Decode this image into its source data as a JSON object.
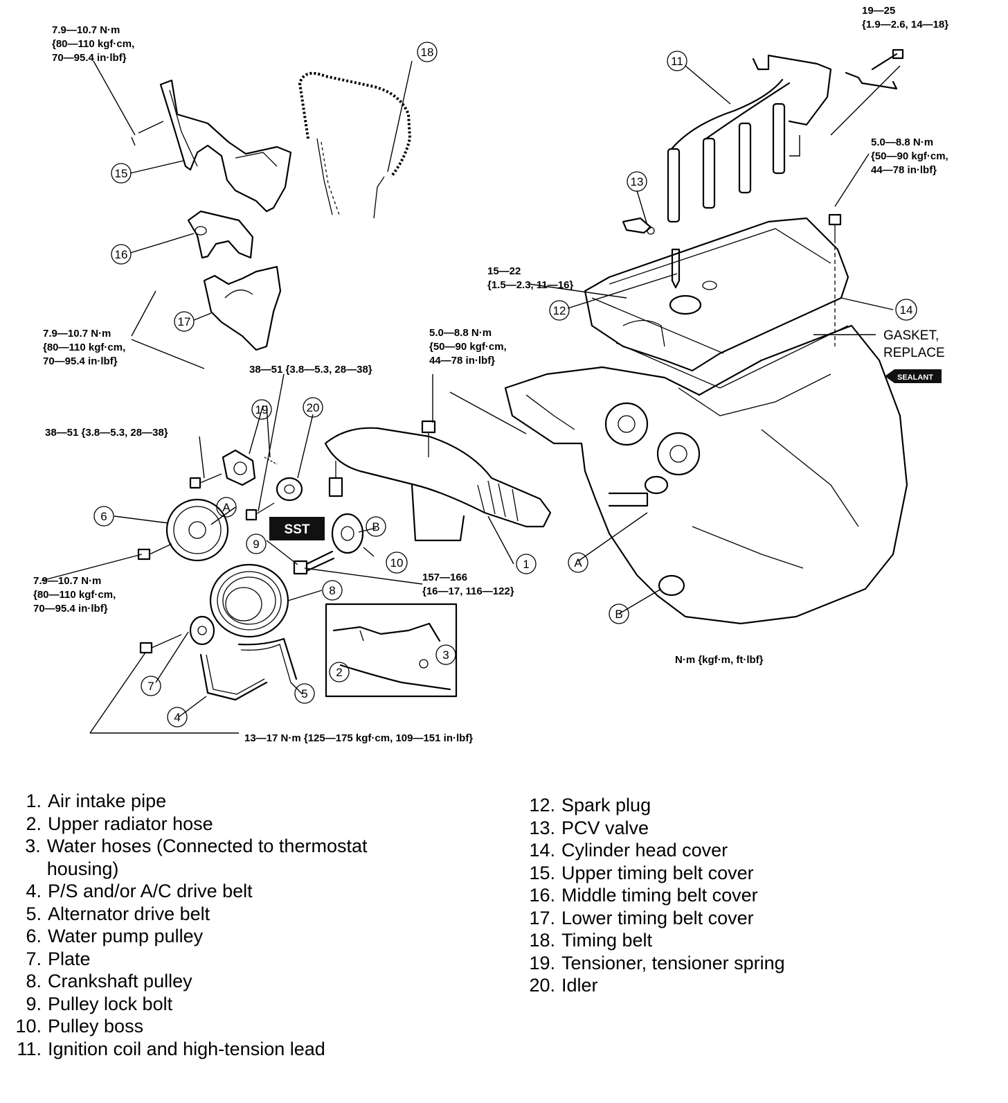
{
  "torque_labels": {
    "t_tl": [
      "7.9—10.7 N·m",
      "{80—110 kgf·cm,",
      "70—95.4 in·lbf}"
    ],
    "t_tr": [
      "19—25",
      "{1.9—2.6, 14—18}"
    ],
    "t_r": [
      "5.0—8.8 N·m",
      "{50—90 kgf·cm,",
      "44—78 in·lbf}"
    ],
    "t_plug": [
      "15—22",
      "{1.5—2.3, 11—16}"
    ],
    "t_mid": [
      "5.0—8.8 N·m",
      "{50—90 kgf·cm,",
      "44—78 in·lbf}"
    ],
    "t_l2": [
      "7.9—10.7 N·m",
      "{80—110 kgf·cm,",
      "70—95.4 in·lbf}"
    ],
    "t_38a": [
      "38—51 {3.8—5.3, 28—38}"
    ],
    "t_38b": [
      "38—51 {3.8—5.3, 28—38}"
    ],
    "t_l3": [
      "7.9—10.7 N·m",
      "{80—110 kgf·cm,",
      "70—95.4 in·lbf}"
    ],
    "t_157": [
      "157—166",
      "{16—17, 116—122}"
    ],
    "t_13": [
      "13—17 N·m {125—175 kgf·cm,  109—151 in·lbf}"
    ],
    "t_units": [
      "N·m {kgf·m, ft·lbf}"
    ]
  },
  "notes": {
    "gasket": [
      "GASKET,",
      "REPLACE"
    ],
    "sealant": "SEALANT",
    "sst": "SST"
  },
  "callouts": [
    "1",
    "2",
    "3",
    "4",
    "5",
    "6",
    "7",
    "8",
    "9",
    "10",
    "11",
    "12",
    "13",
    "14",
    "15",
    "16",
    "17",
    "18",
    "19",
    "20",
    "A",
    "A",
    "B",
    "B"
  ],
  "legend_left": [
    {
      "num": "1.",
      "label": "Air intake pipe"
    },
    {
      "num": "2.",
      "label": "Upper radiator hose"
    },
    {
      "num": "3.",
      "label": "Water hoses (Connected to thermostat housing)"
    },
    {
      "num": "4.",
      "label": "P/S and/or A/C drive belt"
    },
    {
      "num": "5.",
      "label": "Alternator drive belt"
    },
    {
      "num": "6.",
      "label": "Water pump pulley"
    },
    {
      "num": "7.",
      "label": "Plate"
    },
    {
      "num": "8.",
      "label": "Crankshaft pulley"
    },
    {
      "num": "9.",
      "label": "Pulley lock bolt"
    },
    {
      "num": "10.",
      "label": "Pulley boss"
    },
    {
      "num": "11.",
      "label": "Ignition coil and high-tension lead"
    }
  ],
  "legend_right": [
    {
      "num": "12.",
      "label": "Spark plug"
    },
    {
      "num": "13.",
      "label": "PCV valve"
    },
    {
      "num": "14.",
      "label": "Cylinder head cover"
    },
    {
      "num": "15.",
      "label": "Upper timing belt cover"
    },
    {
      "num": "16.",
      "label": "Middle timing belt cover"
    },
    {
      "num": "17.",
      "label": "Lower timing belt cover"
    },
    {
      "num": "18.",
      "label": "Timing belt"
    },
    {
      "num": "19.",
      "label": "Tensioner, tensioner spring"
    },
    {
      "num": "20.",
      "label": "Idler"
    }
  ]
}
